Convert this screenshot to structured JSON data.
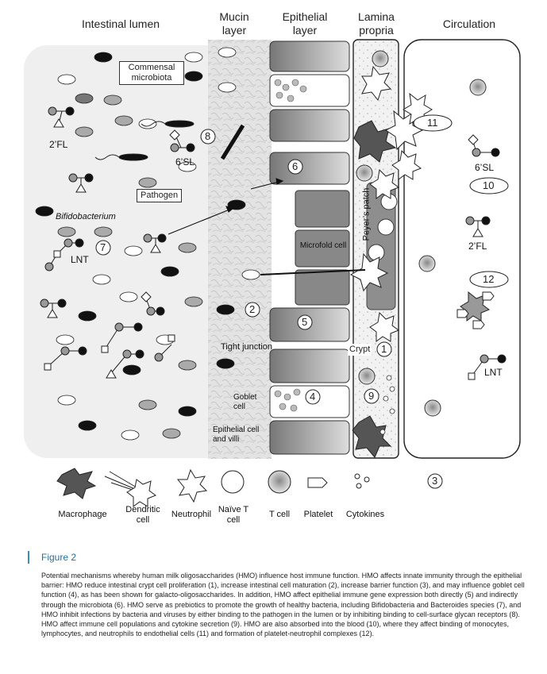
{
  "headers": {
    "lumen": "Intestinal lumen",
    "mucin": "Mucin layer",
    "epithelial": "Epithelial layer",
    "lamina": "Lamina propria",
    "circulation": "Circulation"
  },
  "labels": {
    "commensal": "Commensal microbiota",
    "pathogen": "Pathogen",
    "bifido": "Bifidobacterium",
    "fl_lumen": "2’FL",
    "sl_lumen": "6’SL",
    "lnt_lumen": "LNT",
    "microfold": "Microfold cell",
    "peyers": "Peyer’s patch",
    "tight": "Tight junction",
    "goblet": "Goblet cell",
    "epi_villi": "Epithelial cell and villi",
    "crypt": "Crypt",
    "sl_circ": "6’SL",
    "fl_circ": "2’FL",
    "lnt_circ": "LNT"
  },
  "numbers": {
    "n1": "1",
    "n2": "2",
    "n3": "3",
    "n4": "4",
    "n5": "5",
    "n6": "6",
    "n7": "7",
    "n8": "8",
    "n9": "9",
    "n10": "10",
    "n11": "11",
    "n12": "12"
  },
  "legend": [
    {
      "icon": "macrophage-icon",
      "label": "Macrophage"
    },
    {
      "icon": "dendritic-cell-icon",
      "label": "Dendritic cell"
    },
    {
      "icon": "neutrophil-icon",
      "label": "Neutrophil"
    },
    {
      "icon": "naive-t-cell-icon",
      "label": "Naïve T cell"
    },
    {
      "icon": "t-cell-icon",
      "label": "T cell"
    },
    {
      "icon": "platelet-icon",
      "label": "Platelet"
    },
    {
      "icon": "cytokines-icon",
      "label": "Cytokines"
    },
    {
      "icon": "number-3-icon",
      "label": "3"
    }
  ],
  "caption": {
    "title": "Figure 2",
    "text": "Potential mechanisms whereby human milk oligosaccharides (HMO) influence host immune function. HMO affects innate immunity through the epithelial barrier: HMO reduce intestinal crypt cell proliferation (1), increase intestinal cell maturation (2), increase barrier function (3), and may influence goblet cell function (4), as has been shown for galacto-oligosaccharides. In addition, HMO affect epithelial immune gene expression both directly (5) and indirectly through the microbiota (6). HMO serve as prebiotics to promote the growth of healthy bacteria, including Bifidobacteria and Bacteroides species (7), and HMO inhibit infections by bacteria and viruses by either binding to the pathogen in the lumen or by inhibiting binding to cell-surface glycan receptors (8). HMO affect immune cell populations and cytokine secretion (9). HMO are also absorbed into the blood (10), where they affect binding of monocytes, lymphocytes, and neutrophils to endothelial cells (11) and formation of platelet-neutrophil complexes (12)."
  }
}
